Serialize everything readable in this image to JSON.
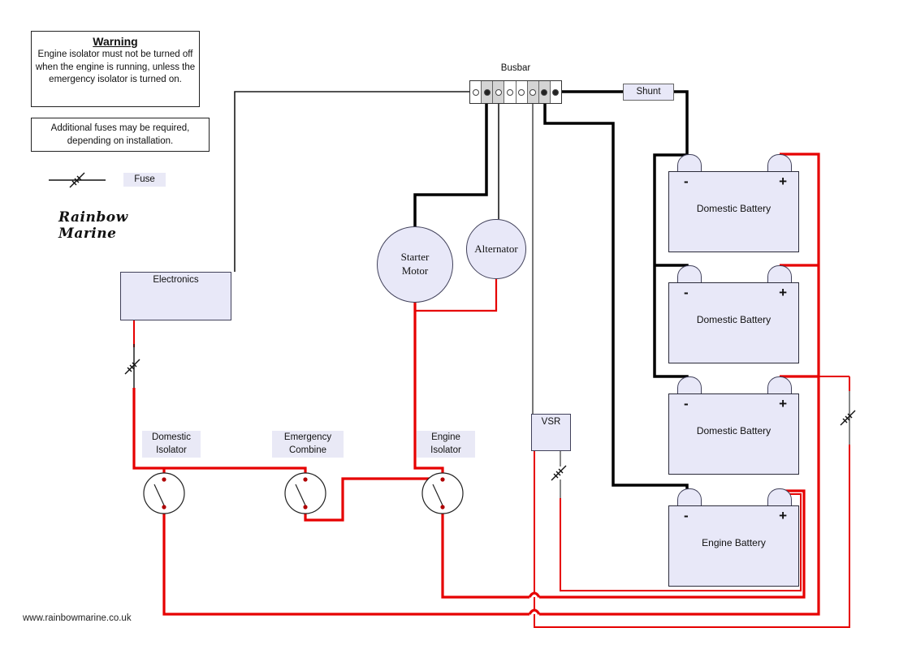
{
  "diagram": {
    "warning": {
      "title": "Warning",
      "body": "Engine isolator must not be turned off when the engine is running, unless the emergency isolator is turned on."
    },
    "note": {
      "text": "Additional fuses may be required, depending on installation."
    },
    "legend": {
      "fuse_label": "Fuse"
    },
    "brand": "Rainbow Marine",
    "website": "www.rainbowmarine.co.uk",
    "busbar": {
      "label": "Busbar",
      "terminal_count": 8
    },
    "shunt": {
      "label": "Shunt"
    },
    "electronics": {
      "label": "Electronics"
    },
    "starter_motor": {
      "line1": "Starter",
      "line2": "Motor"
    },
    "alternator": {
      "label": "Alternator"
    },
    "vsr": {
      "label": "VSR"
    },
    "switches": [
      {
        "line1": "Domestic",
        "line2": "Isolator"
      },
      {
        "line1": "Emergency",
        "line2": "Combine"
      },
      {
        "line1": "Engine",
        "line2": "Isolator"
      }
    ],
    "batteries": [
      {
        "label": "Domestic Battery",
        "neg": "-",
        "pos": "+"
      },
      {
        "label": "Domestic Battery",
        "neg": "-",
        "pos": "+"
      },
      {
        "label": "Domestic Battery",
        "neg": "-",
        "pos": "+"
      },
      {
        "label": "Engine Battery",
        "neg": "-",
        "pos": "+"
      }
    ],
    "colors": {
      "positive_wire": "#e60000",
      "negative_wire": "#000000",
      "signal_wire": "#555555",
      "component_fill": "#e8e8f8",
      "label_fill": "#e9e9f6"
    }
  }
}
